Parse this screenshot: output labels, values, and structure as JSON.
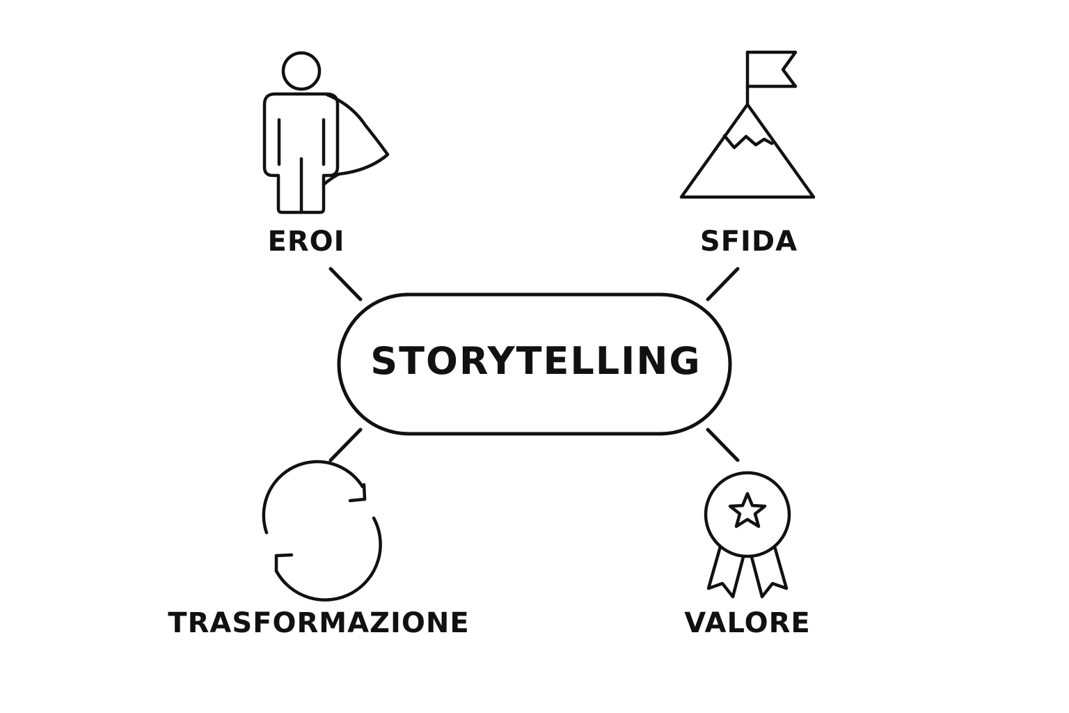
{
  "diagram": {
    "center": {
      "label": "STORYTELLING"
    },
    "nodes": [
      {
        "id": "eroi",
        "label": "EROI",
        "icon": "hero-icon"
      },
      {
        "id": "sfida",
        "label": "SFIDA",
        "icon": "mountain-flag-icon"
      },
      {
        "id": "trasformazione",
        "label": "TRASFORMAZIONE",
        "icon": "refresh-cycle-icon"
      },
      {
        "id": "valore",
        "label": "VALORE",
        "icon": "award-ribbon-icon"
      }
    ],
    "colors": {
      "stroke": "#111111",
      "background": "#ffffff"
    }
  }
}
